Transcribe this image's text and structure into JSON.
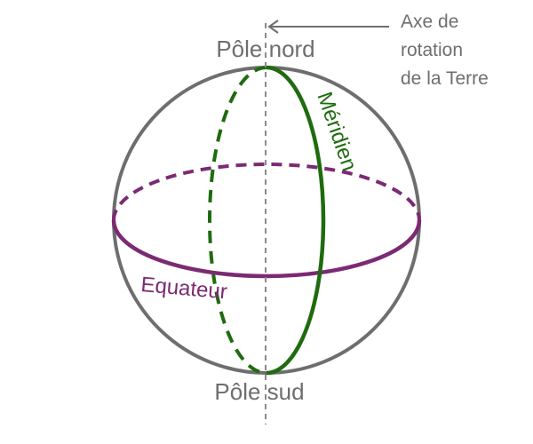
{
  "labels": {
    "north_pole": "Pôle nord",
    "south_pole": "Pôle sud",
    "axis_line1": "Axe de",
    "axis_line2": "rotation",
    "axis_line3": "de la Terre",
    "meridian": "Méridien",
    "equator": "Equateur"
  },
  "colors": {
    "sphere": "#6e6e6e",
    "meridian": "#1f6b0f",
    "equator": "#7b2a73",
    "axis": "#8a8a8a",
    "text_gray": "#6e6e6e"
  }
}
